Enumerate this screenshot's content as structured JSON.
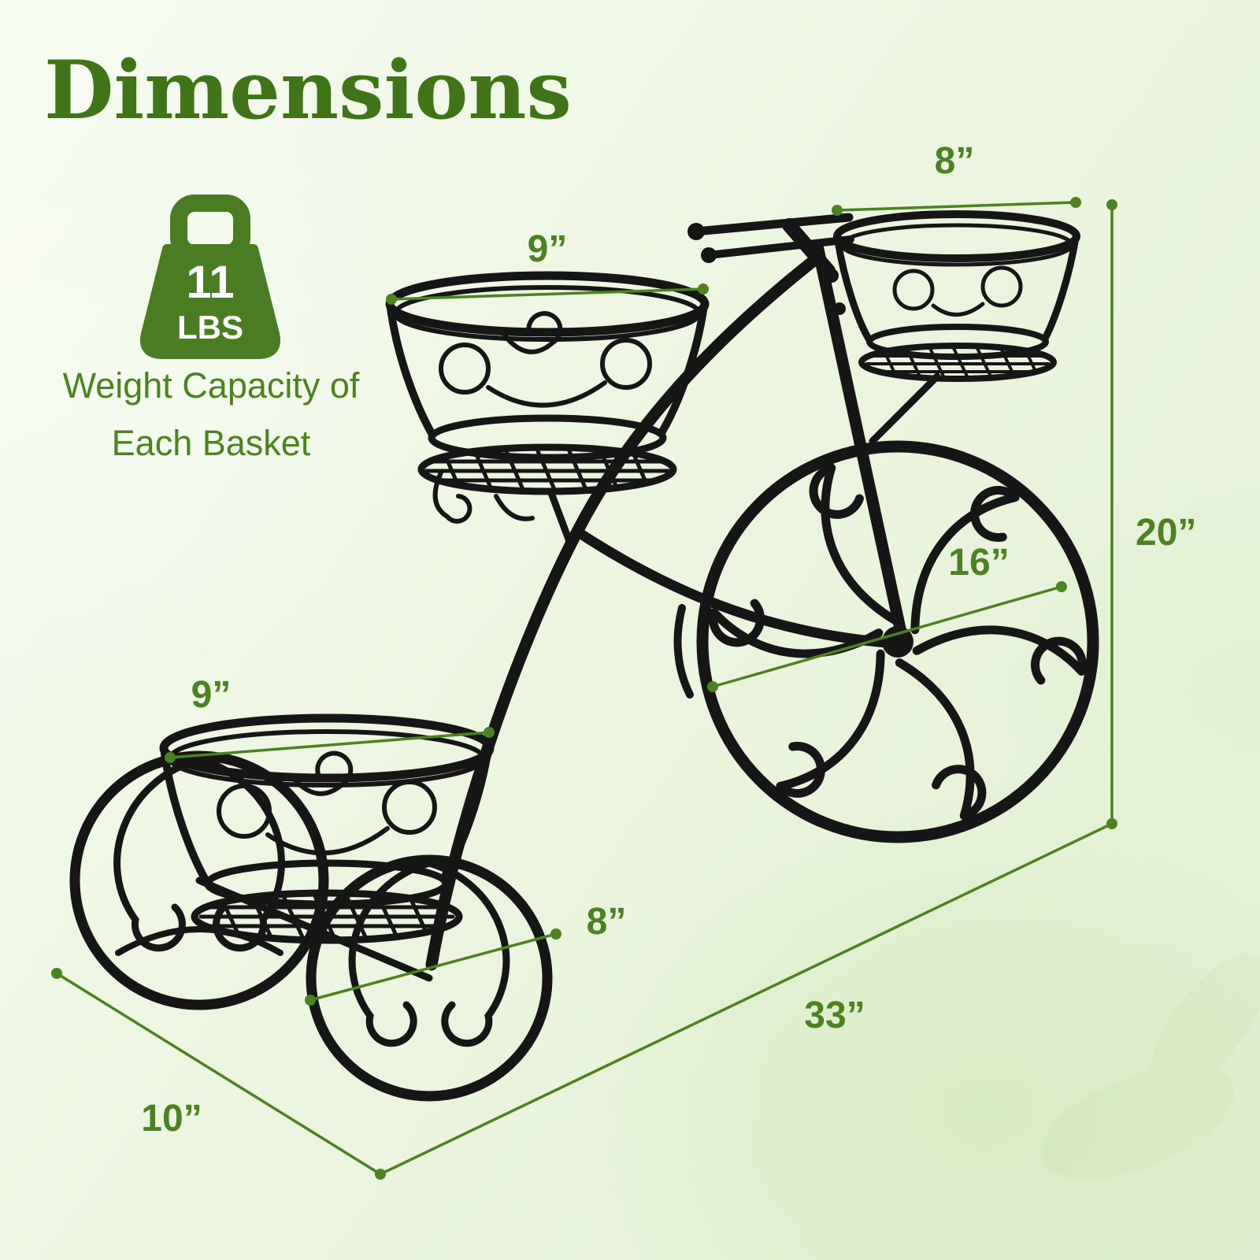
{
  "title": "Dimensions",
  "weight_badge": {
    "value": "11",
    "unit": "LBS",
    "caption_line1": "Weight Capacity of",
    "caption_line2": "Each Basket"
  },
  "dimensions": {
    "front_basket_width": "8”",
    "middle_basket_width": "9”",
    "rear_basket_width": "9”",
    "wheel_diameter": "16”",
    "overall_height": "20”",
    "overall_length": "33”",
    "overall_width": "10”",
    "small_wheel_diameter": "8”"
  },
  "icons": {
    "weight_badge": "weight-icon"
  },
  "colors": {
    "accent_green": "#4c8220",
    "title_green": "#3f7517",
    "product_black": "#161616",
    "background_tint": "#e9f4dd"
  }
}
